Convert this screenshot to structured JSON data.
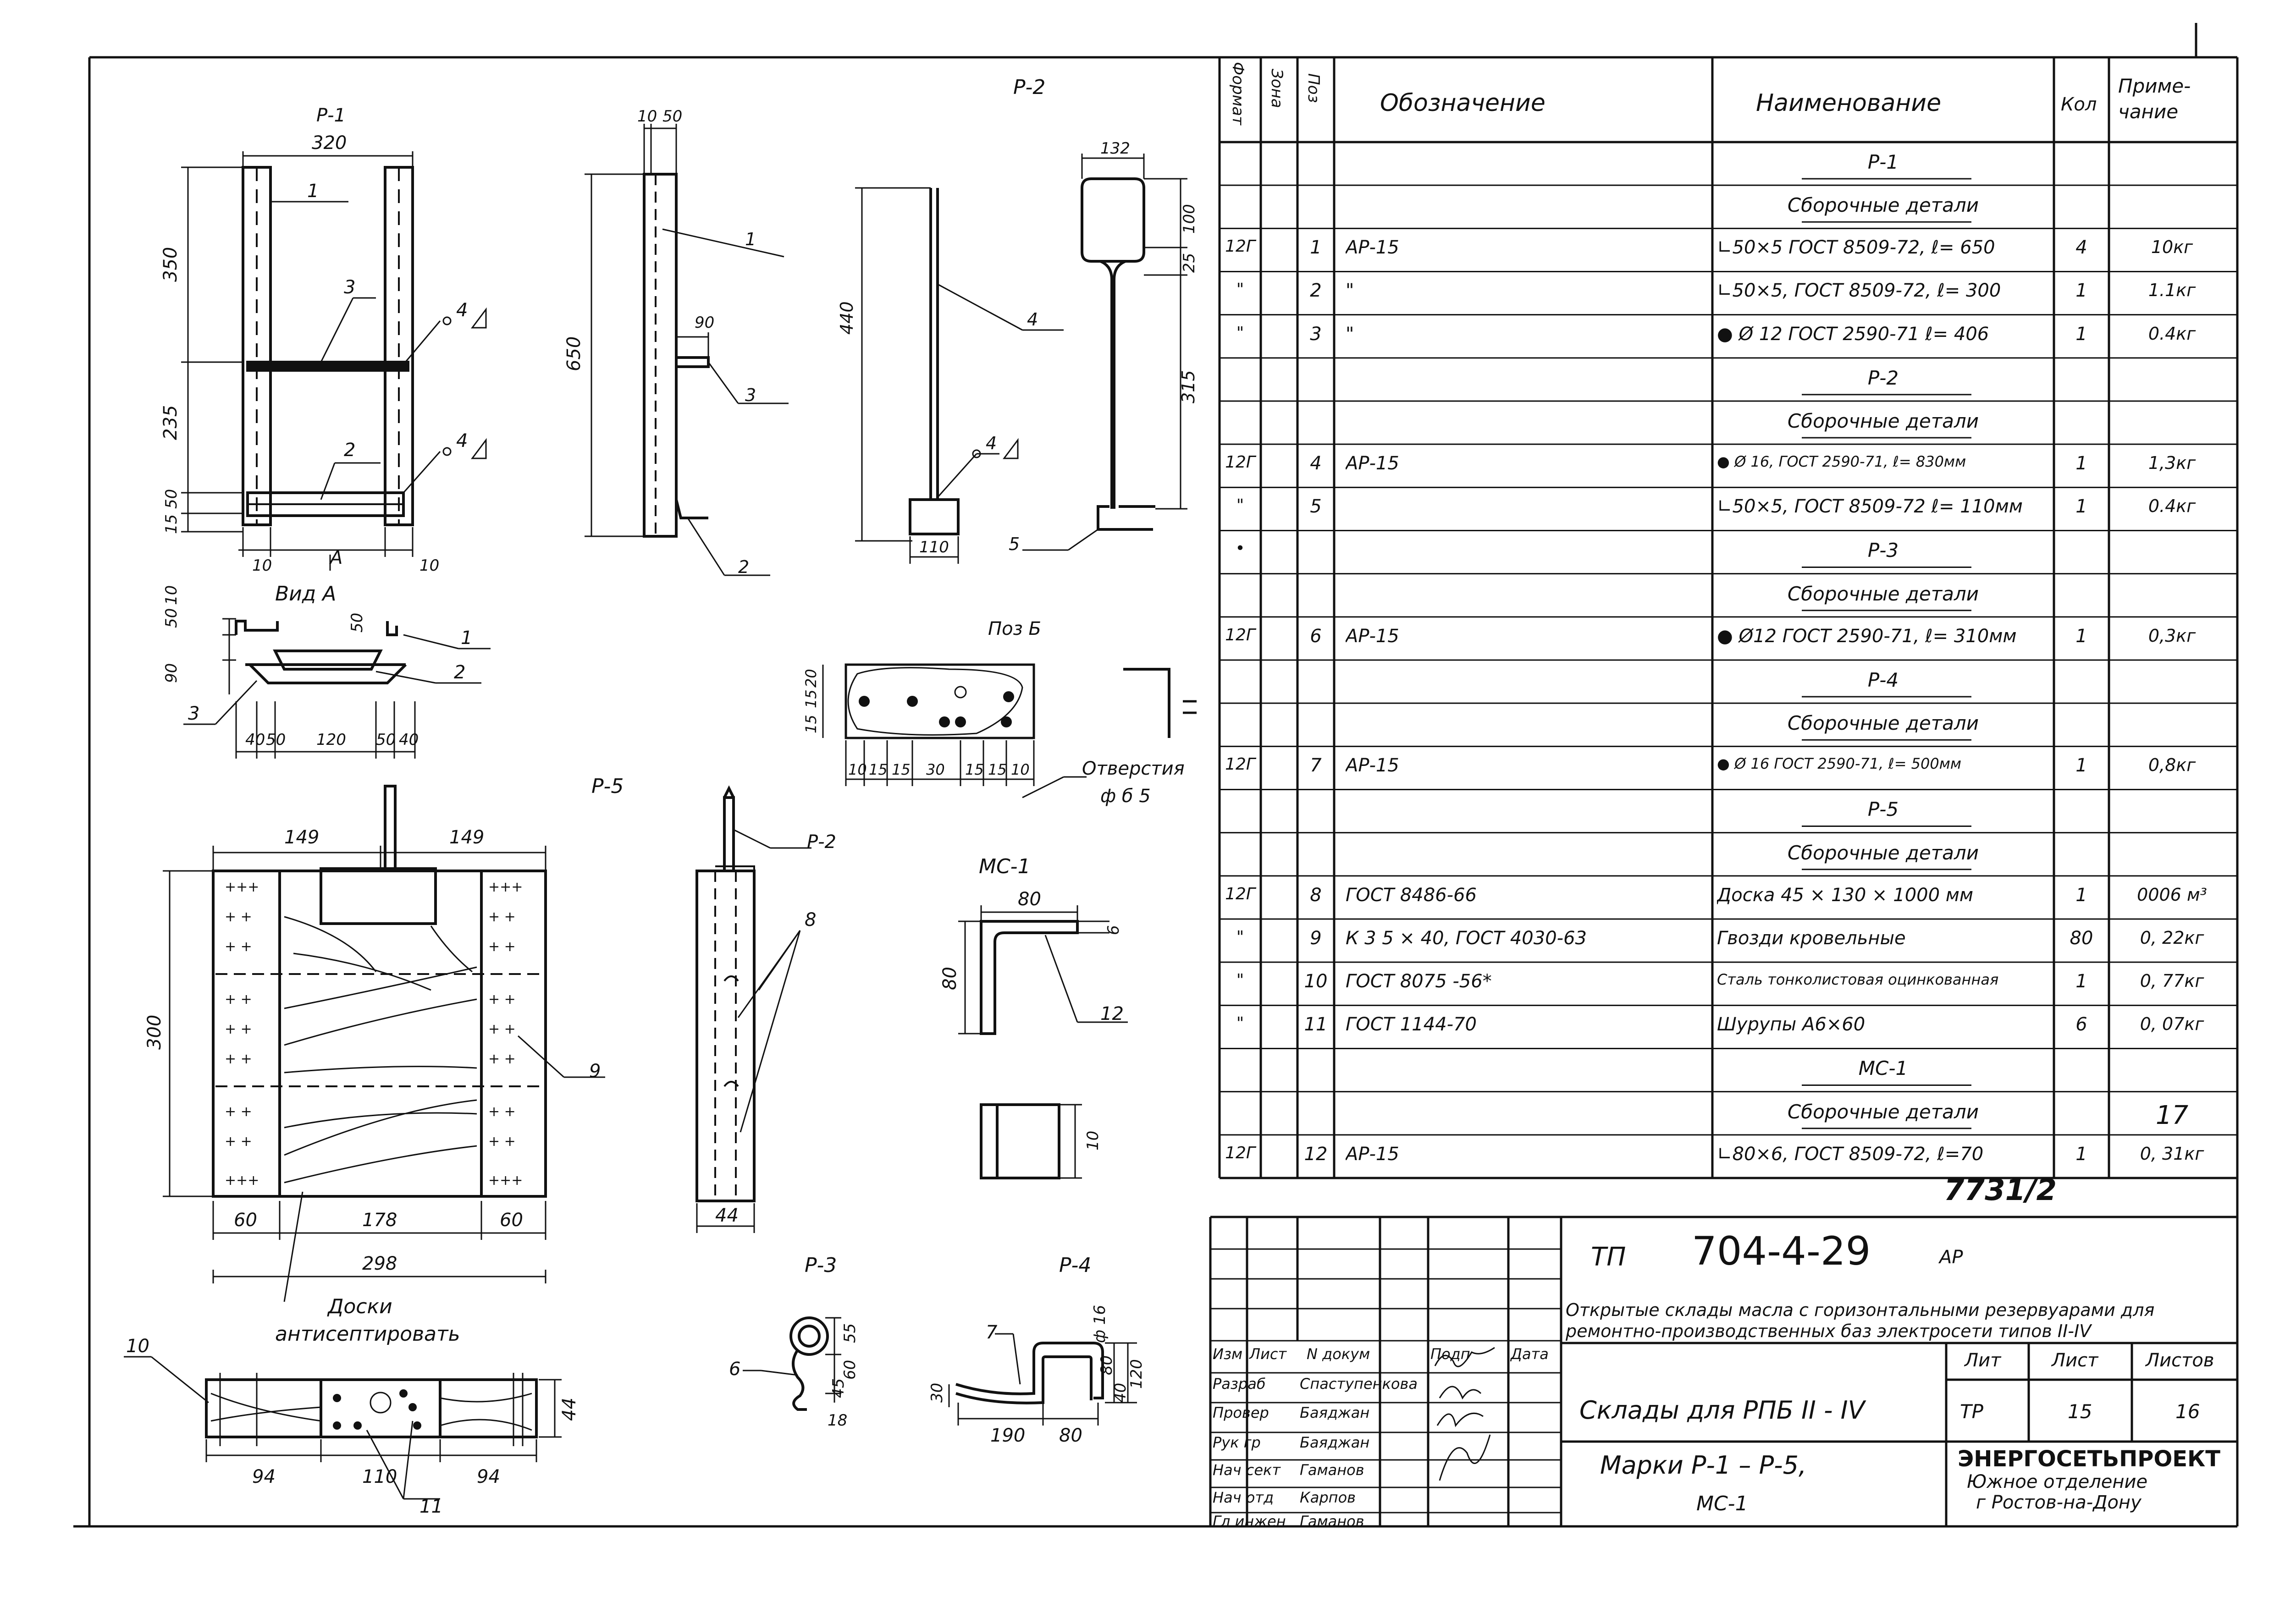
{
  "drawings": {
    "p1": {
      "title": "Р-1",
      "dims": [
        "320",
        "350",
        "235",
        "50",
        "15",
        "10",
        "10",
        "650",
        "10",
        "50",
        "90"
      ],
      "callouts": [
        "1",
        "2",
        "3",
        "4",
        "4",
        "1",
        "2",
        "3"
      ],
      "view_label": "Вид А",
      "arrow_label": "А"
    },
    "view_a": {
      "dims_vert": [
        "50",
        "10",
        "90",
        "50"
      ],
      "dims_horiz": [
        "40",
        "50",
        "120",
        "50",
        "40"
      ],
      "callouts": [
        "1",
        "2",
        "3"
      ]
    },
    "p2": {
      "title": "Р-2",
      "dims": [
        "132",
        "100",
        "25",
        "440",
        "315",
        "110"
      ],
      "callouts": [
        "4",
        "4",
        "5"
      ]
    },
    "poz_b": {
      "title": "Поз Б",
      "dims_vert": [
        "20",
        "15",
        "15"
      ],
      "dims_horiz": [
        "10",
        "15",
        "15",
        "30",
        "15",
        "15",
        "10"
      ],
      "note": "Отверстия",
      "note2": "ф б 5"
    },
    "p5": {
      "title": "Р-5",
      "dims_top": [
        "149",
        "149"
      ],
      "dim_side": "300",
      "dims_bottom": [
        "60",
        "178",
        "60"
      ],
      "dim_total": "298",
      "callouts": [
        "9",
        "8",
        "Р-2"
      ],
      "side_dim": "44",
      "note": "Доски",
      "note2": "антисептировать",
      "section_dims": [
        "94",
        "110",
        "94",
        "44"
      ],
      "section_callouts": [
        "10",
        "11"
      ]
    },
    "mc1": {
      "title": "МС-1",
      "dims": [
        "80",
        "6",
        "80",
        "10"
      ],
      "callout": "12"
    },
    "p3": {
      "title": "Р-3",
      "dims": [
        "55",
        "60",
        "45",
        "18"
      ],
      "callout": "6"
    },
    "p4": {
      "title": "Р-4",
      "dims": [
        "ф 16",
        "30",
        "190",
        "80",
        "80",
        "40",
        "120"
      ],
      "callout": "7"
    }
  },
  "spec_table": {
    "headers": {
      "format": "Формат",
      "zone": "Зона",
      "pos": "Поз",
      "designation": "Обозначение",
      "name": "Наименование",
      "qty": "Кол",
      "note": "Приме-\nчание"
    },
    "rows": [
      {
        "type": "section",
        "name": "Р-1"
      },
      {
        "type": "section",
        "name": "Сборочные детали"
      },
      {
        "format": "12Г",
        "pos": "1",
        "designation": "АР-15",
        "name": "∟50×5 ГОСТ 8509-72, ℓ= 650",
        "qty": "4",
        "note": "10кг"
      },
      {
        "format": "\"",
        "pos": "2",
        "designation": "\"",
        "name": "∟50×5, ГОСТ 8509-72, ℓ= 300",
        "qty": "1",
        "note": "1.1кг"
      },
      {
        "format": "\"",
        "pos": "3",
        "designation": "\"",
        "name": "● Ø 12 ГОСТ 2590-71 ℓ= 406",
        "qty": "1",
        "note": "0.4кг"
      },
      {
        "type": "section",
        "name": "Р-2"
      },
      {
        "type": "section",
        "name": "Сборочные детали"
      },
      {
        "format": "12Г",
        "pos": "4",
        "designation": "АР-15",
        "name": "● Ø 16, ГОСТ 2590-71, ℓ= 830мм",
        "qty": "1",
        "note": "1,3кг"
      },
      {
        "format": "\"",
        "pos": "5",
        "designation": "",
        "name": "∟50×5, ГОСТ 8509-72 ℓ= 110мм",
        "qty": "1",
        "note": "0.4кг"
      },
      {
        "format": "•",
        "pos": "",
        "designation": "",
        "name": "Р-3",
        "qty": "",
        "note": "",
        "type": "section_fmt"
      },
      {
        "type": "section",
        "name": "Сборочные детали"
      },
      {
        "format": "12Г",
        "pos": "6",
        "designation": "АР-15",
        "name": "● Ø12 ГОСТ 2590-71, ℓ= 310мм",
        "qty": "1",
        "note": "0,3кг"
      },
      {
        "type": "section",
        "name": "Р-4"
      },
      {
        "type": "section",
        "name": "Сборочные детали"
      },
      {
        "format": "12Г",
        "pos": "7",
        "designation": "АР-15",
        "name": "● Ø 16 ГОСТ 2590-71, ℓ= 500мм",
        "qty": "1",
        "note": "0,8кг"
      },
      {
        "type": "section",
        "name": "Р-5"
      },
      {
        "type": "section",
        "name": "Сборочные детали"
      },
      {
        "format": "12Г",
        "pos": "8",
        "designation": "ГОСТ 8486-66",
        "name": "Доска 45 × 130 × 1000 мм",
        "qty": "1",
        "note": "0006 м³"
      },
      {
        "format": "\"",
        "pos": "9",
        "designation": "К 3 5 × 40, ГОСТ 4030-63",
        "name": "Гвозди кровельные",
        "qty": "80",
        "note": "0, 22кг"
      },
      {
        "format": "\"",
        "pos": "10",
        "designation": "ГОСТ 8075 -56*",
        "name": "Сталь тонколистовая оцинкованная",
        "qty": "1",
        "note": "0, 77кг"
      },
      {
        "format": "\"",
        "pos": "11",
        "designation": "ГОСТ 1144-70",
        "name": "Шурупы А6×60",
        "qty": "6",
        "note": "0, 07кг"
      },
      {
        "type": "section",
        "name": "МС-1"
      },
      {
        "type": "section",
        "name": "Сборочные детали",
        "note": "17"
      },
      {
        "format": "12Г",
        "pos": "12",
        "designation": "АР-15",
        "name": "∟80×6, ГОСТ 8509-72, ℓ=70",
        "qty": "1",
        "note": "0, 31кг"
      }
    ]
  },
  "stamp_number": "7731/2",
  "title_block": {
    "prefix": "ТП",
    "code": "704-4-29",
    "suffix": "АР",
    "description": "Открытые склады масла с горизонтальными резервуарами для ремонтно-производственных баз электросети типов II-IV",
    "sheet_title": "Склады для РПБ II - IV",
    "marks": "Марки Р-1 – Р-5,",
    "marks2": "МС-1",
    "stage_label": "Лит",
    "sheet_label": "Лист",
    "sheets_label": "Листов",
    "stage": "ТР",
    "sheet": "15",
    "sheets": "16",
    "org": "ЭНЕРГОСЕТЬПРОЕКТ",
    "org2": "Южное отделение",
    "org3": "г Ростов-на-Дону",
    "col_headers": [
      "Изм",
      "Лист",
      "N докум",
      "Подп",
      "Дата"
    ],
    "signers": [
      {
        "role": "Разраб",
        "name": "Спаступенкова"
      },
      {
        "role": "Провер",
        "name": "Баяджан"
      },
      {
        "role": "Рук гр",
        "name": "Баяджан"
      },
      {
        "role": "Нач сект",
        "name": "Гаманов"
      },
      {
        "role": "Нач отд",
        "name": "Карпов"
      },
      {
        "role": "Гл инжен",
        "name": "Гаманов"
      }
    ]
  }
}
